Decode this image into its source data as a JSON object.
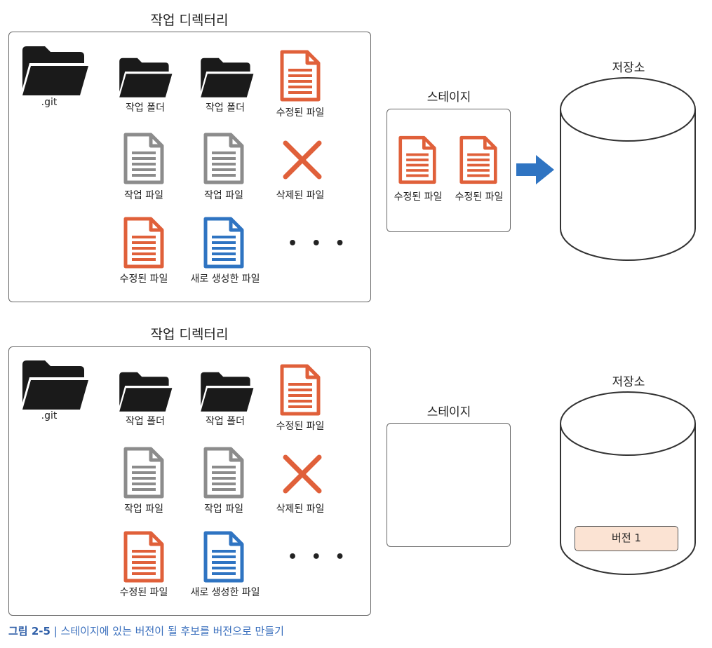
{
  "colors": {
    "modified": "#e0603a",
    "working": "#8c8c8c",
    "new": "#2f74c2",
    "deleted": "#e0603a",
    "arrow": "#2f74c2",
    "folder": "#1a1a1a",
    "version_badge": "#fbe3d3"
  },
  "icons": {
    "folder": "folder-icon",
    "file": "document-icon",
    "deleted": "cross-icon",
    "arrow": "arrow-right-icon"
  },
  "panel1": {
    "workdir_title": "작업 디렉터리",
    "git_label": ".git",
    "items": {
      "folder1": "작업 폴더",
      "folder2": "작업 폴더",
      "modified1": "수정된 파일",
      "work1": "작업 파일",
      "work2": "작업 파일",
      "deleted": "삭제된 파일",
      "modified2": "수정된 파일",
      "new": "새로 생성한 파일",
      "more": "• • •"
    },
    "stage_title": "스테이지",
    "stage_items": [
      "수정된 파일",
      "수정된 파일"
    ],
    "repo_title": "저장소"
  },
  "panel2": {
    "workdir_title": "작업 디렉터리",
    "git_label": ".git",
    "items": {
      "folder1": "작업 폴더",
      "folder2": "작업 폴더",
      "modified1": "수정된 파일",
      "work1": "작업 파일",
      "work2": "작업 파일",
      "deleted": "삭제된 파일",
      "modified2": "수정된 파일",
      "new": "새로 생성한 파일",
      "more": "• • •"
    },
    "stage_title": "스테이지",
    "repo_title": "저장소",
    "version_label": "버전 1"
  },
  "caption": {
    "figure": "그림 2-5",
    "separator": " | ",
    "text": "스테이지에 있는 버전이 될 후보를 버전으로 만들기"
  }
}
